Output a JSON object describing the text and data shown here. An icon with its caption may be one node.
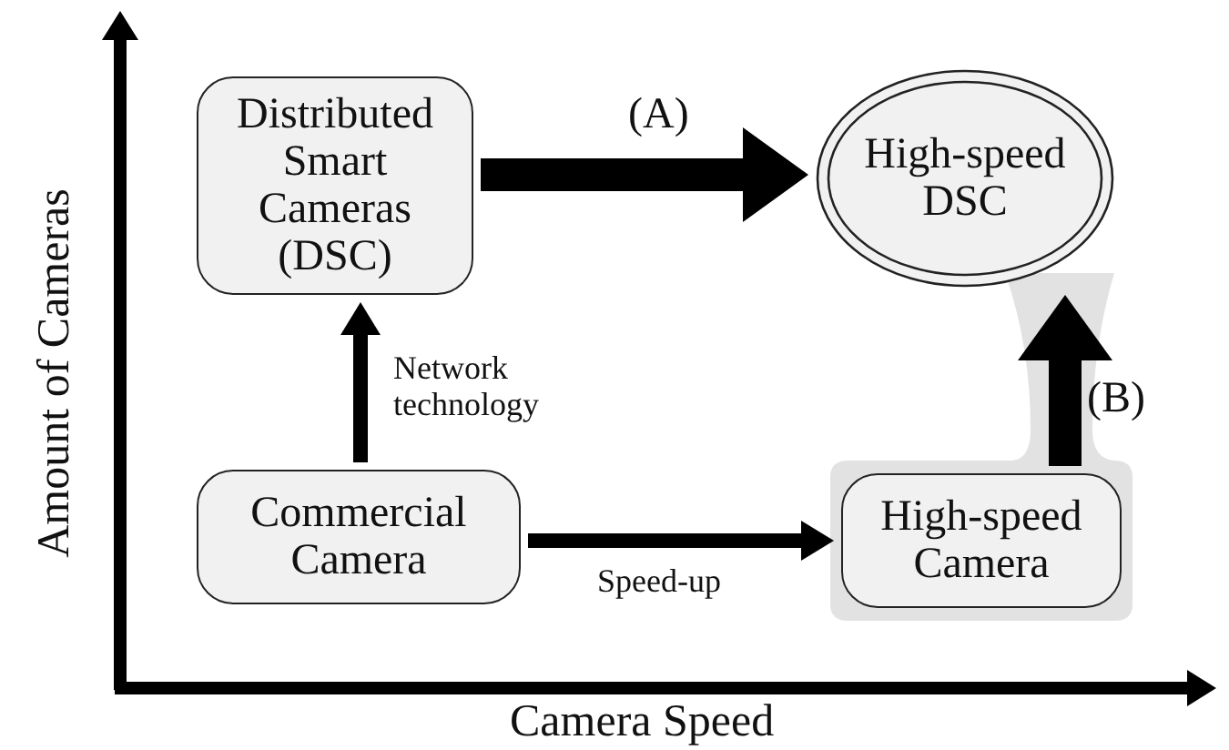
{
  "diagram": {
    "nodes": [
      {
        "text": [
          "Distributed Smart Cameras (DSC)"
        ]
      },
      {
        "text": [
          "High-speed DSC"
        ]
      },
      {
        "text": [
          "Commercial Camera"
        ]
      },
      {
        "text": [
          "High-speed Camera"
        ]
      }
    ],
    "edges": [
      {
        "from": 0,
        "to": 1,
        "arrow": "to",
        "label": "(A)",
        "style": "thick"
      },
      {
        "from": 2,
        "to": 0,
        "arrow": "to",
        "label": "Network technology"
      },
      {
        "from": 2,
        "to": 3,
        "arrow": "to",
        "label": "Speed-up"
      },
      {
        "from": 3,
        "to": 1,
        "arrow": "to",
        "label": "(B)",
        "style": "thick"
      }
    ],
    "labels": [
      "Amount of Cameras",
      "Camera Speed"
    ]
  }
}
